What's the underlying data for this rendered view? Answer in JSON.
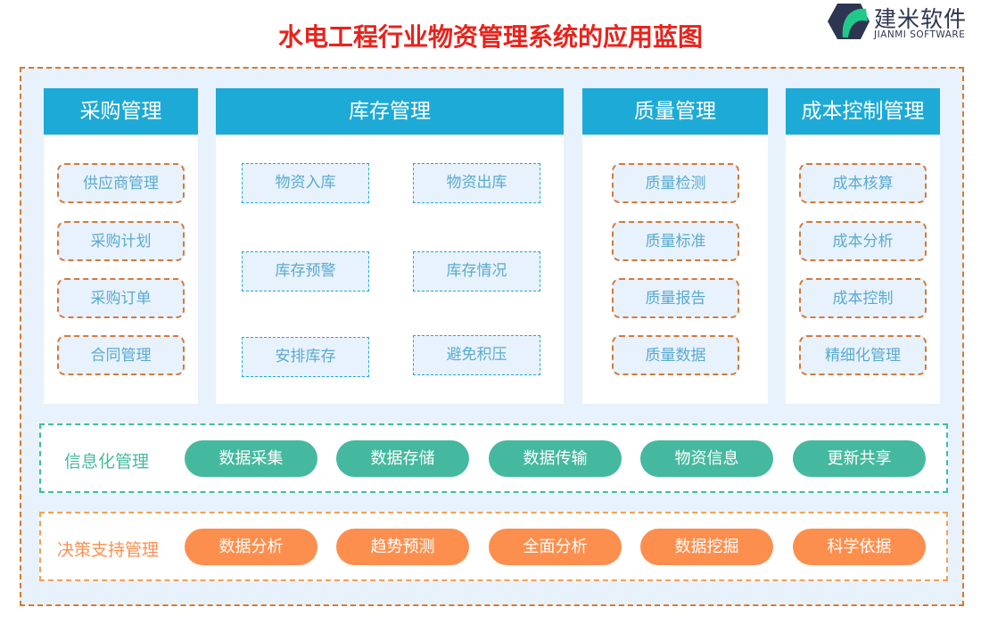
{
  "title": "水电工程行业物资管理系统的应用蓝图",
  "logo": {
    "cn": "建米软件",
    "en": "JIANMI SOFTWARE"
  },
  "panels": [
    {
      "title": "采购管理",
      "items": [
        "供应商管理",
        "采购计划",
        "采购订单",
        "合同管理"
      ]
    },
    {
      "title": "库存管理",
      "items": [
        "物资入库",
        "物资出库",
        "库存预警",
        "库存情况",
        "安排库存",
        "避免积压"
      ]
    },
    {
      "title": "质量管理",
      "items": [
        "质量检测",
        "质量标准",
        "质量报告",
        "质量数据"
      ]
    },
    {
      "title": "成本控制管理",
      "items": [
        "成本核算",
        "成本分析",
        "成本控制",
        "精细化管理"
      ]
    }
  ],
  "info": {
    "label": "信息化管理",
    "items": [
      "数据采集",
      "数据存储",
      "数据传输",
      "物资信息",
      "更新共享"
    ]
  },
  "decision": {
    "label": "决策支持管理",
    "items": [
      "数据分析",
      "趋势预测",
      "全面分析",
      "数据挖掘",
      "科学依据"
    ]
  }
}
